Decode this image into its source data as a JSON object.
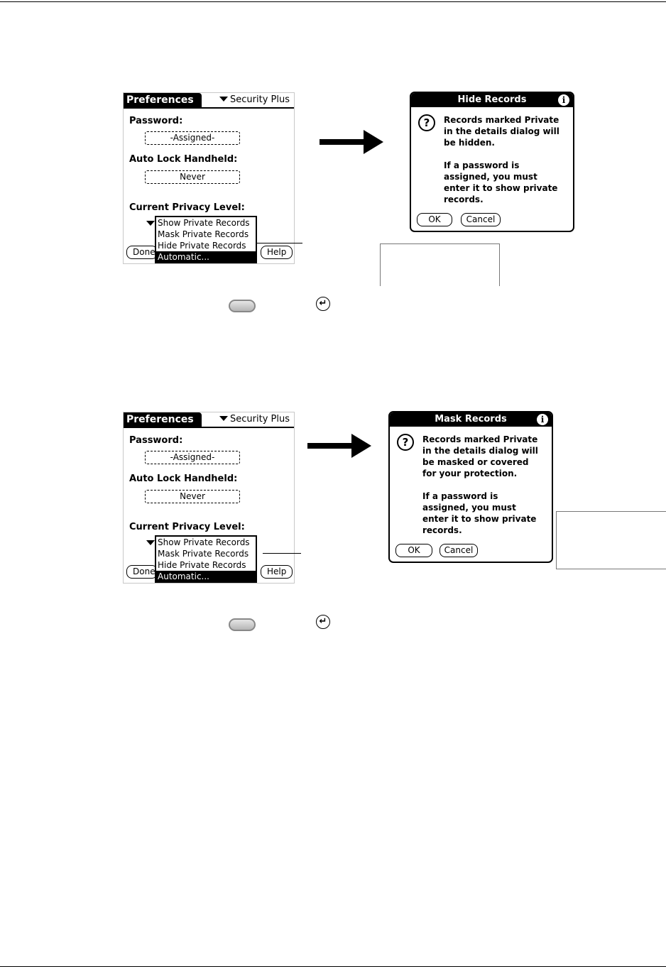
{
  "screen1": {
    "title": "Preferences",
    "category": "Security Plus",
    "password_label": "Password:",
    "password_value": "-Assigned-",
    "autolock_label": "Auto Lock Handheld:",
    "autolock_value": "Never",
    "privacy_label": "Current Privacy Level:",
    "menu": [
      "Show Private Records",
      "Mask Private Records",
      "Hide Private Records",
      "Automatic..."
    ],
    "selected": "Automatic...",
    "done_label": "Done",
    "help_label": "Help"
  },
  "dialog_hide": {
    "title": "Hide Records",
    "message": "Records marked Private\nin the details dialog will\nbe hidden.\n\nIf a password is\nassigned, you must\nenter it to show private\nrecords.",
    "ok": "OK",
    "cancel": "Cancel"
  },
  "screen2": {
    "title": "Preferences",
    "category": "Security Plus",
    "password_label": "Password:",
    "password_value": "-Assigned-",
    "autolock_label": "Auto Lock Handheld:",
    "autolock_value": "Never",
    "privacy_label": "Current Privacy Level:",
    "menu": [
      "Show Private Records",
      "Mask Private Records",
      "Hide Private Records",
      "Automatic..."
    ],
    "selected": "Automatic...",
    "done_label": "Done",
    "help_label": "Help"
  },
  "dialog_mask": {
    "title": "Mask Records",
    "message": "Records marked Private\nin the details dialog will\nbe masked or covered\nfor your protection.\n\nIf a password is\nassigned, you must\nenter it to show private\nrecords.",
    "ok": "OK",
    "cancel": "Cancel"
  },
  "icons": [
    "info-icon",
    "question-icon",
    "enter-key-icon",
    "right-arrow-icon",
    "hardware-button-icon"
  ]
}
